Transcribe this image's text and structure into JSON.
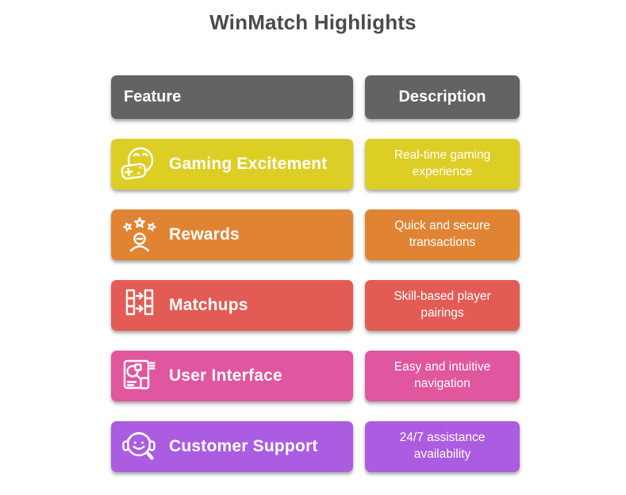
{
  "page": {
    "title": "WinMatch Highlights",
    "background_color": "#ffffff",
    "title_color": "#4a4a4a",
    "header_color": "#636363",
    "text_color": "#ffffff"
  },
  "table": {
    "headers": {
      "feature": "Feature",
      "description": "Description"
    },
    "rows": [
      {
        "feature": "Gaming Excitement",
        "description": "Real-time gaming experience",
        "color": "#ddce25",
        "icon": "gamepad-smiley-icon"
      },
      {
        "feature": "Rewards",
        "description": "Quick and secure transactions",
        "color": "#e08434",
        "icon": "star-person-icon"
      },
      {
        "feature": "Matchups",
        "description": "Skill-based player pairings",
        "color": "#e25c55",
        "icon": "matching-columns-icon"
      },
      {
        "feature": "User Interface",
        "description": "Easy and intuitive navigation",
        "color": "#e0569f",
        "icon": "ui-wireframe-icon"
      },
      {
        "feature": "Customer Support",
        "description": "24/7 assistance availability",
        "color": "#ab5ce0",
        "icon": "support-headset-icon"
      }
    ]
  }
}
